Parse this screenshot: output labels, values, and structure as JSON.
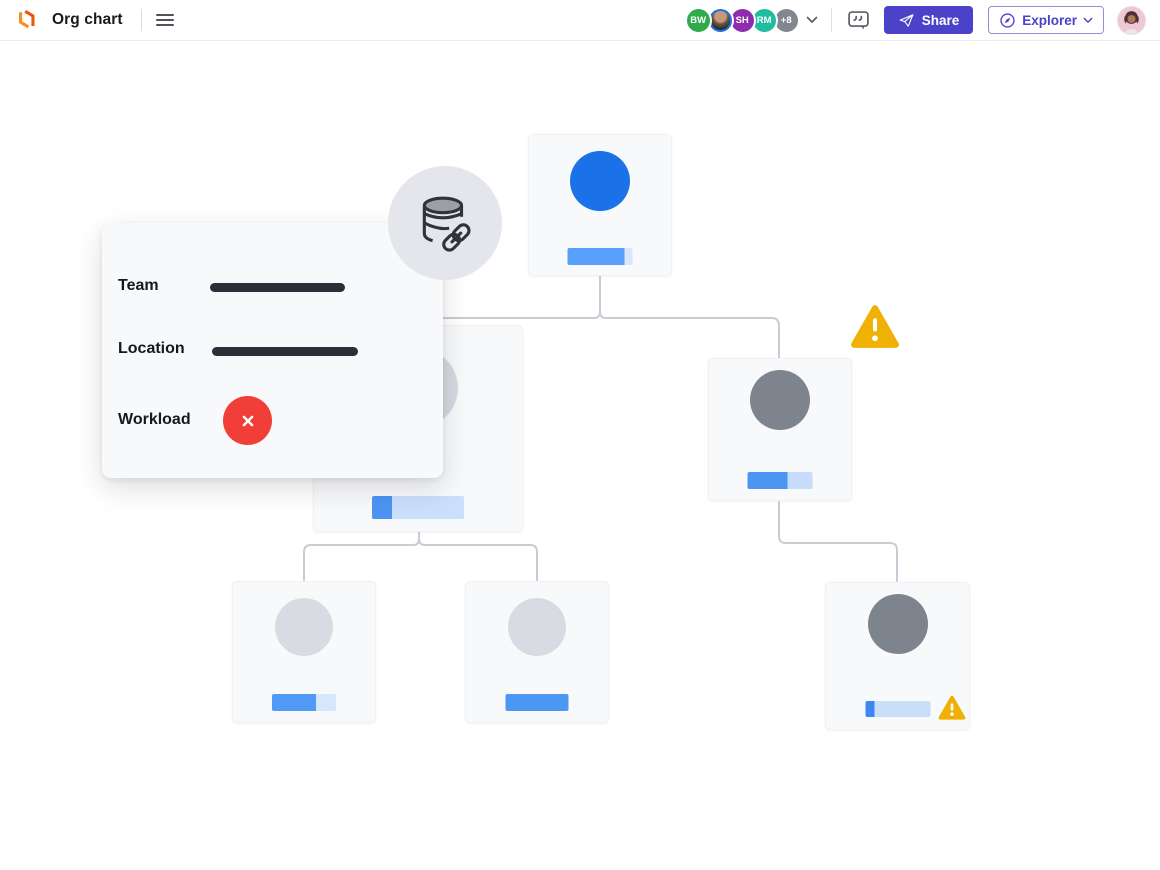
{
  "header": {
    "title": "Org chart",
    "logo_color_light": "#F7901E",
    "logo_color_dark": "#E8590C",
    "collaborators": [
      {
        "type": "initials",
        "label": "BW",
        "color": "#2FAB4E"
      },
      {
        "type": "photo",
        "label": "",
        "color": "#1A73E8"
      },
      {
        "type": "initials",
        "label": "SH",
        "color": "#8F2BAE"
      },
      {
        "type": "initials",
        "label": "RM",
        "color": "#1FBCA0"
      },
      {
        "type": "overflow",
        "label": "+8",
        "color": "#82878F"
      }
    ],
    "share_button": {
      "label": "Share",
      "bg": "#4B42C9",
      "text_color": "#FFFFFF",
      "icon": "send-icon"
    },
    "explorer_button": {
      "label": "Explorer",
      "color": "#4B42C9",
      "icon": "compass-icon"
    },
    "comment_icon": "comment-quote-icon",
    "menu_icon": "hamburger-icon",
    "logo_icon": "lucid-logo-icon",
    "profile_icon": "user-profile-avatar"
  },
  "tooltip": {
    "rows": [
      {
        "label": "Team",
        "value_type": "placeholder-bar"
      },
      {
        "label": "Location",
        "value_type": "placeholder-bar"
      },
      {
        "label": "Workload",
        "value_type": "error-icon"
      }
    ],
    "bar_color": "#2B3038",
    "error_color": "#F23E38"
  },
  "canvas": {
    "connector_color": "#C8CCD4",
    "warning_color": "#EFB105",
    "badge_icon": "database-link-icon",
    "nodes": [
      {
        "id": "root",
        "circle_color": "#1B72E8",
        "bar": [
          {
            "color": "#58A0FA",
            "w": 57
          },
          {
            "color": "#D9E7FA",
            "w": 8
          }
        ]
      },
      {
        "id": "manager",
        "circle_color": "#D6D9DF",
        "bar": [
          {
            "color": "#4D94F2",
            "w": 20
          },
          {
            "color": "#CADFFC",
            "w": 72
          }
        ]
      },
      {
        "id": "peer",
        "circle_color": "#7E848E",
        "bar": [
          {
            "color": "#4D95F2",
            "w": 40
          },
          {
            "color": "#C7DCFB",
            "w": 25
          }
        ],
        "warning": "corner"
      },
      {
        "id": "child1",
        "circle_color": "#D8DBE1",
        "bar": [
          {
            "color": "#5099F5",
            "w": 44
          },
          {
            "color": "#D6E6FC",
            "w": 20
          }
        ]
      },
      {
        "id": "child2",
        "circle_color": "#D8DBE1",
        "bar": [
          {
            "color": "#4D97F4",
            "w": 63
          }
        ]
      },
      {
        "id": "child3",
        "circle_color": "#7E848E",
        "bar": [
          {
            "color": "#3E87F0",
            "w": 9
          },
          {
            "color": "#C9DEFB",
            "w": 56
          }
        ],
        "warning": "inline"
      }
    ]
  }
}
